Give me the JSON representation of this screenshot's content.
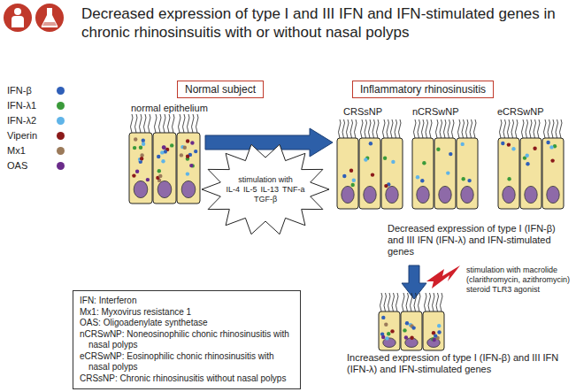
{
  "diagram": {
    "title": "Decreased expression of type I and III IFN and IFN-stimulated genes in chronic rhinosinsuitis with or without nasal polyps",
    "nodes": [
      {
        "text": [
          "Normal subject"
        ]
      },
      {
        "text": [
          "Inflammatory rhinosinusitis"
        ]
      },
      {
        "text": [
          "stimulation with",
          "IL-4",
          "IL-5",
          "IL-13",
          "TNF-a",
          "TGF-β"
        ]
      },
      {
        "text": [
          "IFN: Interferon",
          "Mx1: Myxovirus resistance 1",
          "OAS: Oligoadenylate synthetase",
          "nCRSwNP: Noneosinophilic chonic rhinosinusitis with nasal polyps",
          "eCRSwNP: Eosinophilic chonic rhinosinusitis with nasal polyps",
          "CRSsNP: Chronic rhinosinusitis without nasal polyps"
        ]
      }
    ],
    "labels": [
      "normal epithelium",
      "CRSsNP",
      "nCRSwNP",
      "eCRSwNP",
      "Decreased expression of type I (IFN-β) and III IFN (IFN-λ) and IFN-stimulated genes",
      "stimulation with macrolide (clarithromycin, azithromycin) steroid TLR3 agonist",
      "Increased expression of type I (IFN-β) and III IFN (IFN-λ) and IFN-stimulated genes"
    ],
    "legend": [
      {
        "text": "IFN-β",
        "color": "#2f5fb8"
      },
      {
        "text": "IFN-λ1",
        "color": "#3a9a3a"
      },
      {
        "text": "IFN-λ2",
        "color": "#5fb4e8"
      },
      {
        "text": "Viperin",
        "color": "#8b1a1a"
      },
      {
        "text": "Mx1",
        "color": "#9b7a5a"
      },
      {
        "text": "OAS",
        "color": "#6a2b8a"
      }
    ]
  }
}
